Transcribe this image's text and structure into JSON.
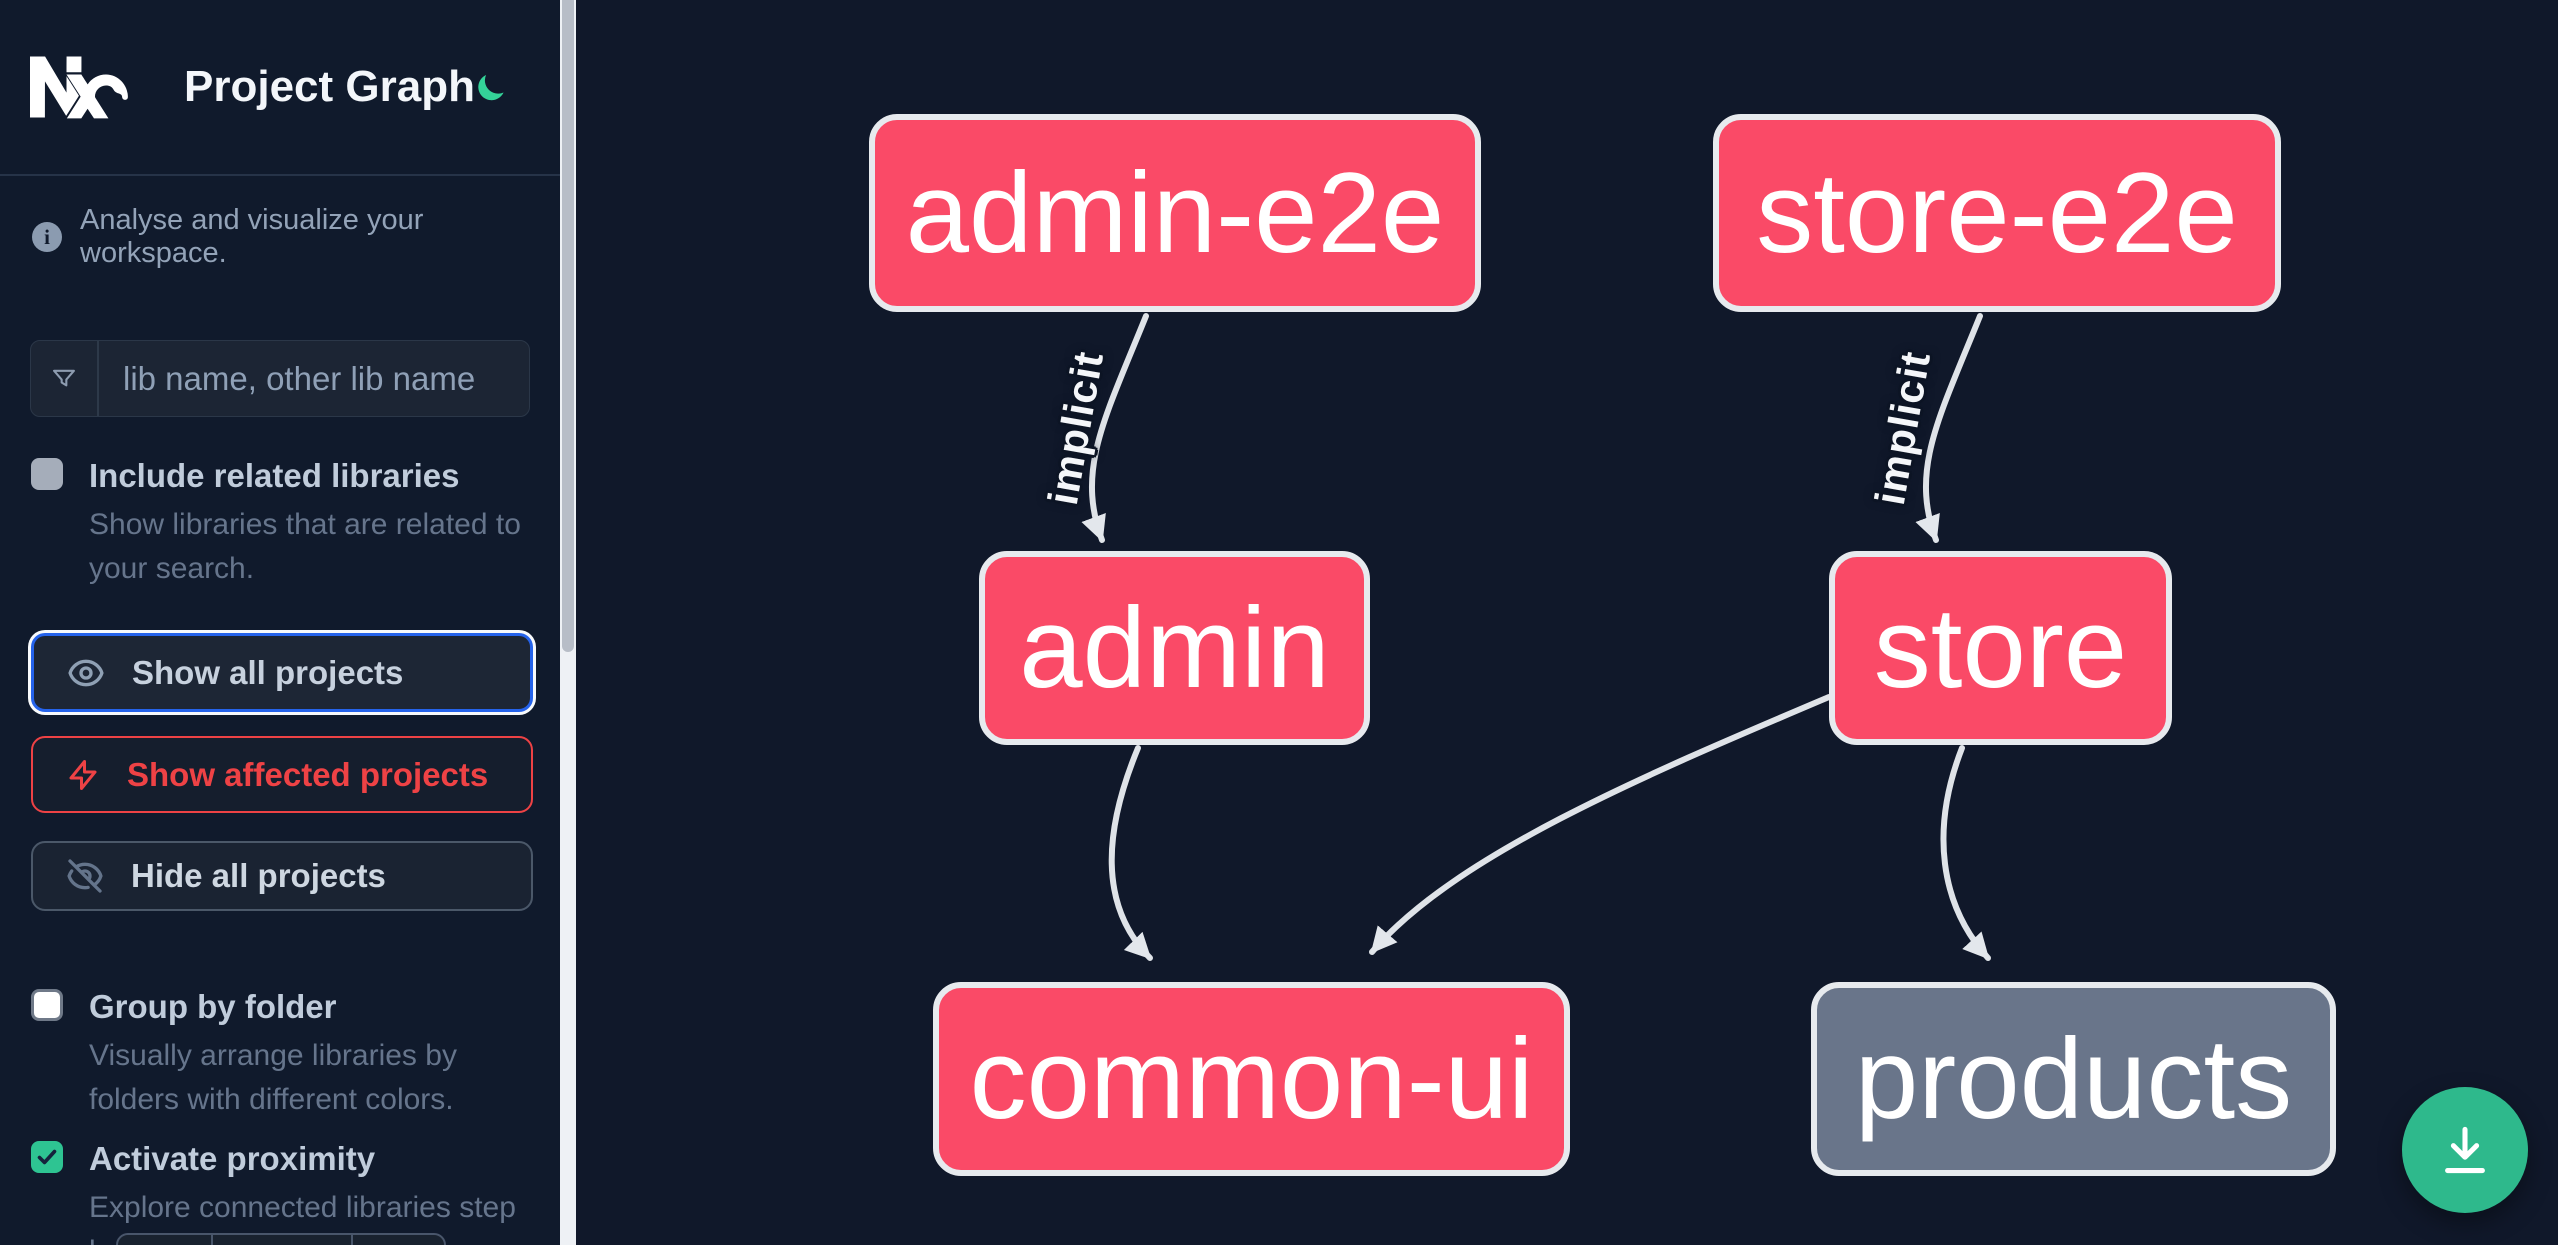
{
  "app": {
    "title": "Project Graph"
  },
  "sidebar": {
    "logo_icon": "nx-logo",
    "theme_toggle_icon": "moon-icon",
    "info": {
      "icon": "info-icon",
      "text": "Analyse and visualize your workspace."
    },
    "search": {
      "icon": "funnel-icon",
      "placeholder": "lib name, other lib name",
      "value": ""
    },
    "options": [
      {
        "label": "Include related libraries",
        "description": "Show libraries that are related to\nyour search.",
        "checked": false
      },
      {
        "label": "Group by folder",
        "description": "Visually arrange libraries by\nfolders with different colors.",
        "checked": false
      },
      {
        "label": "Activate proximity",
        "description": "Explore connected libraries step\nby step.",
        "checked": true
      }
    ],
    "buttons": [
      {
        "label": "Show all projects",
        "icon": "eye-icon",
        "state": "focused"
      },
      {
        "label": "Show affected projects",
        "icon": "bolt-icon",
        "state": "danger"
      },
      {
        "label": "Hide all projects",
        "icon": "eye-slash-icon",
        "state": "default"
      }
    ]
  },
  "graph": {
    "nodes": [
      {
        "id": "admin-e2e",
        "label": "admin-e2e",
        "color": "#fa4a67"
      },
      {
        "id": "store-e2e",
        "label": "store-e2e",
        "color": "#fa4a67"
      },
      {
        "id": "admin",
        "label": "admin",
        "color": "#fa4a67"
      },
      {
        "id": "store",
        "label": "store",
        "color": "#fa4a67"
      },
      {
        "id": "common-ui",
        "label": "common-ui",
        "color": "#fa4a67"
      },
      {
        "id": "products",
        "label": "products",
        "color": "#69758a"
      }
    ],
    "edges": [
      {
        "from": "admin-e2e",
        "to": "admin",
        "label": "implicit"
      },
      {
        "from": "store-e2e",
        "to": "store",
        "label": "implicit"
      },
      {
        "from": "admin",
        "to": "common-ui",
        "label": ""
      },
      {
        "from": "store",
        "to": "common-ui",
        "label": ""
      },
      {
        "from": "store",
        "to": "products",
        "label": ""
      }
    ],
    "download_icon": "download-icon"
  },
  "colors": {
    "background": "#10182a",
    "node_affected": "#fa4a67",
    "node_default": "#69758a",
    "node_border": "#e7eaee",
    "edge": "#dfe3e8",
    "focus_blue": "#2563eb",
    "danger_red": "#ee4245",
    "success_green": "#2ec492",
    "moon_green": "#34d399",
    "download_green": "#2eb98c"
  }
}
